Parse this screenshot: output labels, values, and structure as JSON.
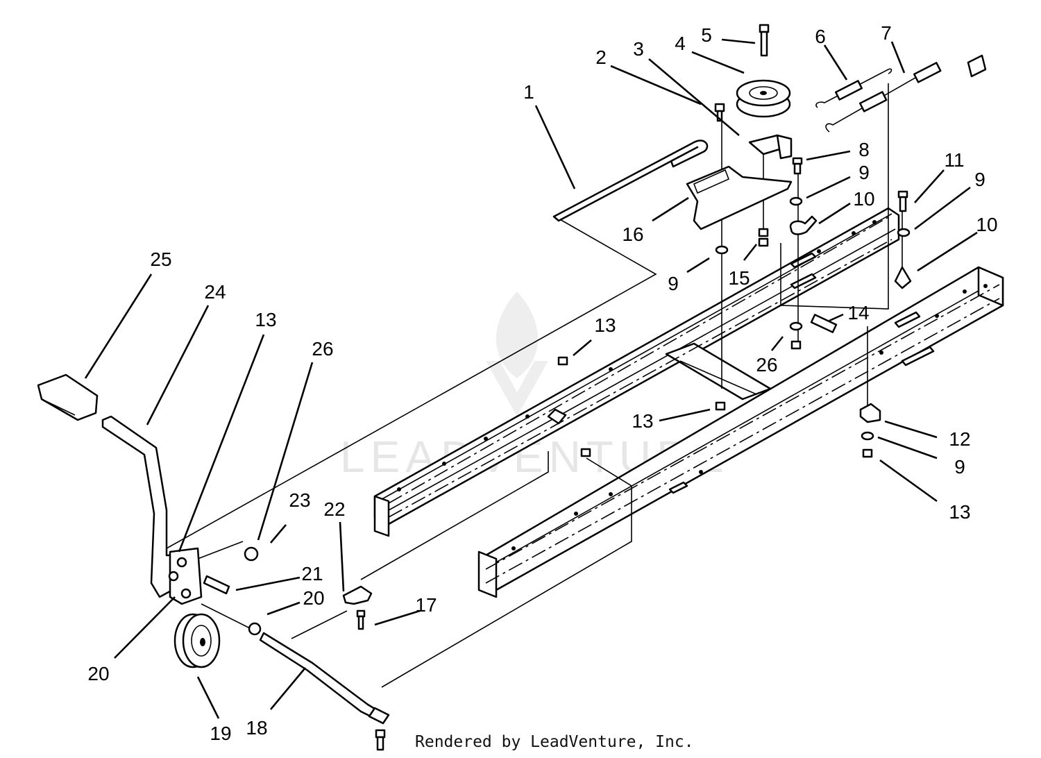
{
  "watermark": "LEADVENTURE",
  "footer_credit": "Rendered by LeadVenture, Inc.",
  "callouts": [
    "1",
    "2",
    "3",
    "4",
    "5",
    "6",
    "7",
    "8",
    "9",
    "10",
    "11",
    "9",
    "10",
    "16",
    "9",
    "15",
    "14",
    "13",
    "26",
    "13",
    "12",
    "9",
    "13",
    "25",
    "24",
    "13",
    "26",
    "23",
    "22",
    "21",
    "20",
    "17",
    "20",
    "19",
    "18"
  ]
}
